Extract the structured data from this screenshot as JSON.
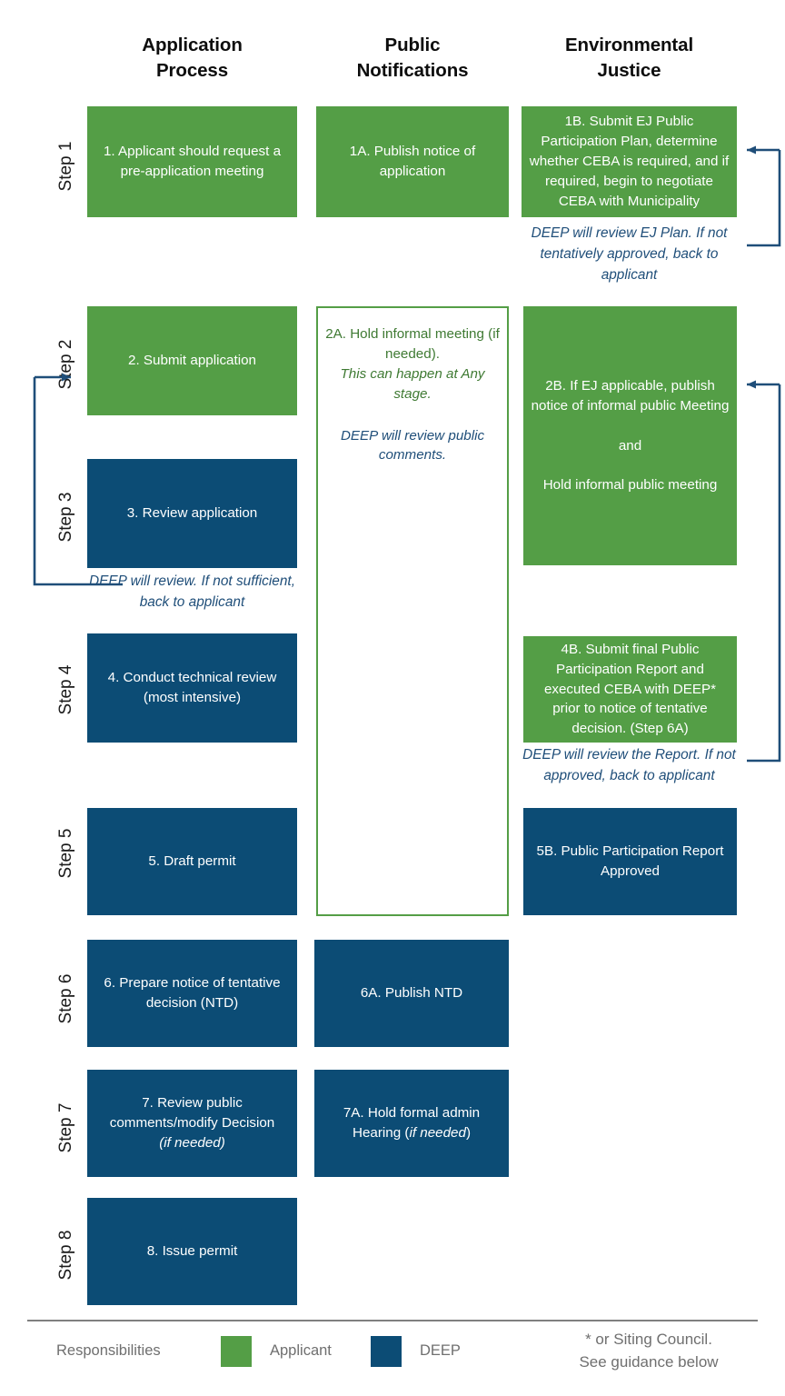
{
  "columns": [
    {
      "id": "application-process",
      "title_line1": "Application",
      "title_line2": "Process"
    },
    {
      "id": "public-notifications",
      "title_line1": "Public",
      "title_line2": "Notifications"
    },
    {
      "id": "environmental-justice",
      "title_line1": "Environmental",
      "title_line2": "Justice"
    }
  ],
  "steps": [
    {
      "label": "Step 1"
    },
    {
      "label": "Step 2"
    },
    {
      "label": "Step 3"
    },
    {
      "label": "Step 4"
    },
    {
      "label": "Step 5"
    },
    {
      "label": "Step 6"
    },
    {
      "label": "Step 7"
    },
    {
      "label": "Step 8"
    }
  ],
  "boxes": {
    "b1": {
      "text": "1. Applicant should request a pre-application meeting",
      "owner": "Applicant",
      "color": "#549e46"
    },
    "b1a": {
      "text": "1A. Publish notice of application",
      "owner": "Applicant",
      "color": "#549e46"
    },
    "b1b": {
      "text": "1B. Submit EJ Public Participation Plan, determine whether CEBA is required, and if required, begin to negotiate CEBA with Municipality",
      "owner": "Applicant",
      "color": "#549e46"
    },
    "b2": {
      "text": "2. Submit application",
      "owner": "Applicant",
      "color": "#549e46"
    },
    "b2a_line1": "2A. Hold informal meeting (if needed).",
    "b2a_line2": "This can happen at Any stage.",
    "b2a_note": "DEEP will review public comments.",
    "b2b_line1": "2B. If EJ applicable, publish notice of informal public Meeting",
    "b2b_line2": "and",
    "b2b_line3": "Hold informal public meeting",
    "b3": {
      "text": "3. Review application",
      "owner": "DEEP",
      "color": "#0c4c75"
    },
    "b4": {
      "text": "4. Conduct technical review (most intensive)",
      "owner": "DEEP",
      "color": "#0c4c75"
    },
    "b4b": {
      "text": "4B. Submit final Public Participation Report and executed CEBA with DEEP* prior to notice of tentative decision. (Step 6A)",
      "owner": "Applicant",
      "color": "#549e46"
    },
    "b5": {
      "text": "5. Draft permit",
      "owner": "DEEP",
      "color": "#0c4c75"
    },
    "b5b": {
      "text": "5B. Public Participation Report Approved",
      "owner": "DEEP",
      "color": "#0c4c75"
    },
    "b6": {
      "text": "6. Prepare notice of tentative decision (NTD)",
      "owner": "DEEP",
      "color": "#0c4c75"
    },
    "b6a": {
      "text": "6A. Publish NTD",
      "owner": "DEEP",
      "color": "#0c4c75"
    },
    "b7_line1": "7. Review public comments/modify Decision",
    "b7_line2": "(if needed)",
    "b7a_line1": "7A. Hold formal admin Hearing (",
    "b7a_italic": "if needed",
    "b7a_line2": ")",
    "b8": {
      "text": "8. Issue permit",
      "owner": "DEEP",
      "color": "#0c4c75"
    }
  },
  "notes": {
    "n1b": "DEEP will review EJ Plan. If not tentatively approved, back to applicant",
    "n3": "DEEP will review. If not sufficient, back to applicant",
    "n4b": "DEEP will review the Report. If not approved, back to applicant"
  },
  "legend": {
    "title": "Responsibilities",
    "items": [
      {
        "label": "Applicant",
        "color": "#549e46"
      },
      {
        "label": "DEEP",
        "color": "#0c4c75"
      }
    ],
    "footnote_line1": "* or Siting Council.",
    "footnote_line2": "See guidance below"
  },
  "colors": {
    "applicant_green": "#549e46",
    "deep_blue": "#0c4c75",
    "note_blue": "#1f4e79",
    "note_green": "#3f7a33",
    "divider_gray": "#808080"
  }
}
